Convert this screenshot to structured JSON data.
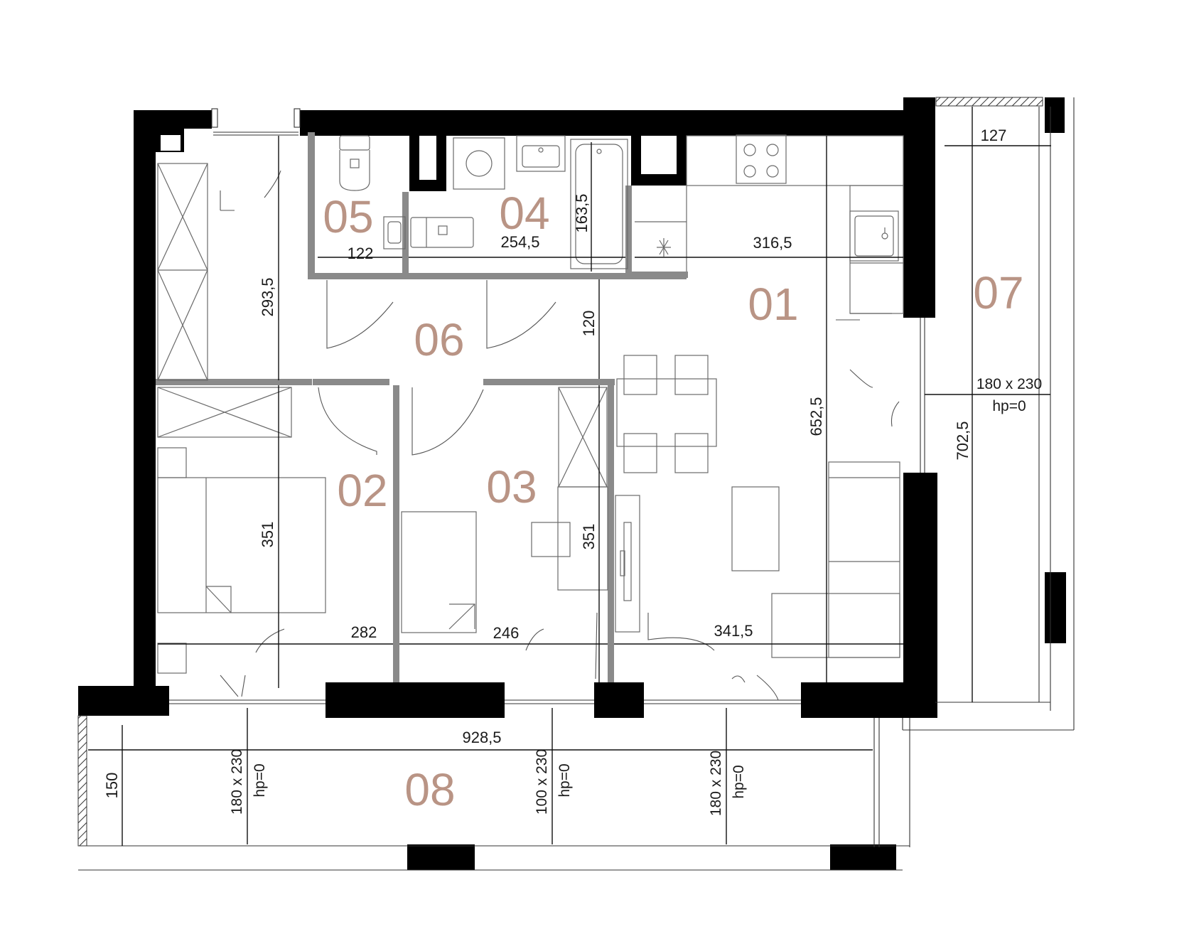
{
  "colors": {
    "wall": "#000000",
    "partition": "#8a8a8a",
    "room_label": "#b99485",
    "dimension": "#1a1a1a",
    "furniture": "#6a6a6a"
  },
  "rooms": {
    "r01": "01",
    "r02": "02",
    "r03": "03",
    "r04": "04",
    "r05": "05",
    "r06": "06",
    "r07": "07",
    "r08": "08"
  },
  "dimensions": {
    "d127": "127",
    "d163_5": "163,5",
    "d122": "122",
    "d254_5": "254,5",
    "d316_5": "316,5",
    "d293_5": "293,5",
    "d120": "120",
    "d652_5": "652,5",
    "d702_5": "702,5",
    "d351a": "351",
    "d351b": "351",
    "d282": "282",
    "d246": "246",
    "d341_5": "341,5",
    "d928_5": "928,5",
    "d150": "150"
  },
  "openings": {
    "o1_size": "180 x 230",
    "o1_hp": "hp=0",
    "o2_size": "180 x 230",
    "o2_hp": "hp=0",
    "o3_size": "100 x 230",
    "o3_hp": "hp=0",
    "o4_size": "180 x 230",
    "o4_hp": "hp=0"
  },
  "icons": [
    "toilet-icon",
    "washbasin-icon",
    "washing-machine-icon",
    "bathtub-icon",
    "cooktop-icon",
    "kitchen-sink-icon",
    "bed-icon",
    "wardrobe-icon",
    "dining-table-icon",
    "sofa-icon",
    "tv-icon",
    "desk-icon",
    "door-swing-icon"
  ]
}
